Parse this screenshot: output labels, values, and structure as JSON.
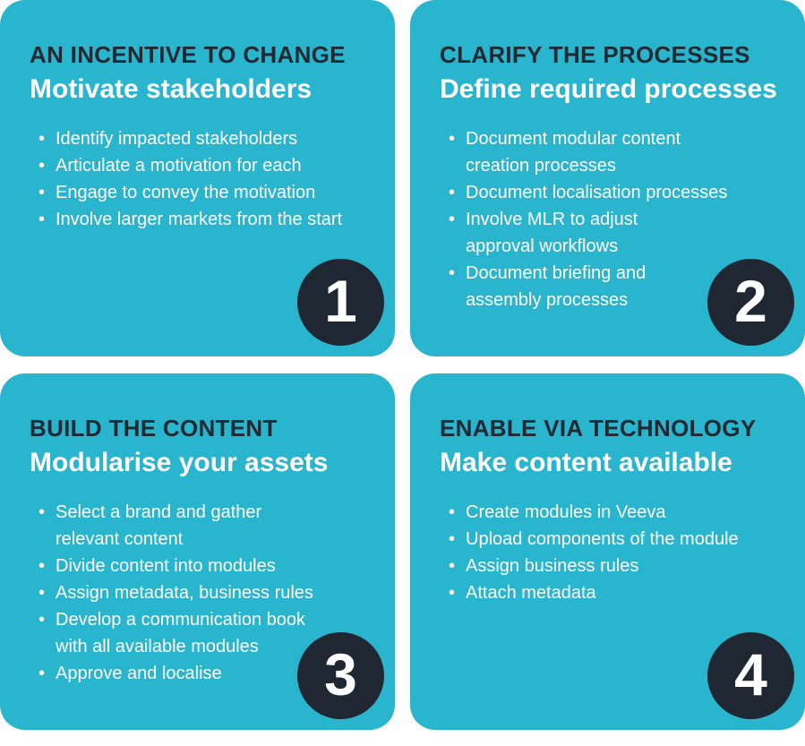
{
  "colors": {
    "card_background": "#2AB5CE",
    "heading_text": "#212A33",
    "body_text": "#FFFFFF",
    "circle_background": "#1F2733",
    "circle_number": "#FFFFFF",
    "page_background": "#FFFFFF"
  },
  "icons": {
    "bullet": "•"
  },
  "cards": [
    {
      "number": "1",
      "heading": "AN INCENTIVE TO CHANGE",
      "subheading": "Motivate stakeholders",
      "bullets": [
        "Identify impacted stakeholders",
        "Articulate a motivation for each",
        "Engage to convey the motivation",
        "Involve larger markets from the start"
      ]
    },
    {
      "number": "2",
      "heading": "CLARIFY THE PROCESSES",
      "subheading": "Define required processes",
      "bullets": [
        "Document modular content\ncreation processes",
        "Document localisation processes",
        "Involve MLR to adjust\napproval workflows",
        "Document briefing and\nassembly processes"
      ]
    },
    {
      "number": "3",
      "heading": "BUILD THE CONTENT",
      "subheading": "Modularise your assets",
      "bullets": [
        "Select a brand and gather\nrelevant content",
        "Divide content into modules",
        "Assign metadata, business rules",
        "Develop a communication book\nwith all available modules",
        "Approve and localise"
      ]
    },
    {
      "number": "4",
      "heading": "ENABLE VIA TECHNOLOGY",
      "subheading": "Make content available",
      "bullets": [
        "Create modules in Veeva",
        "Upload components of the module",
        "Assign business rules",
        "Attach metadata"
      ]
    }
  ]
}
